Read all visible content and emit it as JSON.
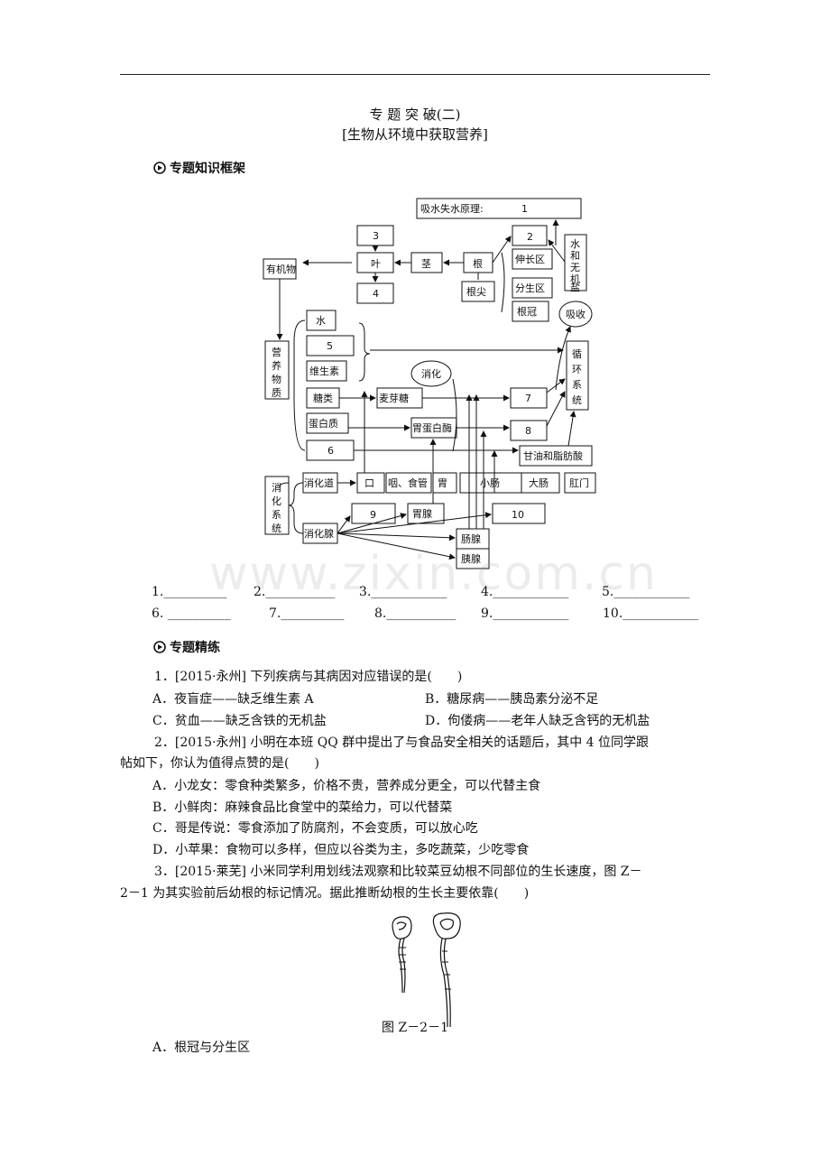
{
  "header": {
    "title": "专 题 突 破(二)",
    "subtitle": "[生物从环境中获取营养]"
  },
  "section1": {
    "heading": "专题知识框架"
  },
  "diagram": {
    "principle": "吸水失水原理:",
    "n1": "1",
    "n2": "2",
    "n3": "3",
    "n4": "4",
    "n5": "5",
    "n6": "6",
    "n7": "7",
    "n8": "8",
    "n9": "9",
    "n10": "10",
    "ye": "叶",
    "jing": "茎",
    "gen": "根",
    "genjian": "根尖",
    "shenchangqu": "伸长区",
    "fenshengqu": "分生区",
    "genguan": "根冠",
    "shui_wujiyan": "水和无机盐",
    "xishou": "吸收",
    "youjiwu": "有机物",
    "yingyang": "营养物质",
    "shui": "水",
    "weishengsu": "维生素",
    "tanglei": "糖类",
    "danbaizhi": "蛋白质",
    "xiaohua": "消化",
    "maiyatang": "麦芽糖",
    "weidanbaimei": "胃蛋白酶",
    "ganyou": "甘油和脂肪酸",
    "xunhuan": "循环系统",
    "xiaohuaxitong": "消化系统",
    "xiaohuadao": "消化道",
    "xiaohuaxian": "消化腺",
    "kou": "口",
    "yan": "咽、食管",
    "wei": "胃",
    "xiaochang": "小肠",
    "dachang": "大肠",
    "gangmen": "肛门",
    "weixian": "胃腺",
    "changxian": "肠腺",
    "yixian": "胰腺"
  },
  "blanks": [
    "1.__________",
    "2.___________",
    "3.____________",
    "4.____________",
    "5.____________",
    "6.  __________",
    "7.__________",
    "8.___________",
    "9.____________",
    "10.____________"
  ],
  "watermark": "www.zixin.com.cn",
  "section2": {
    "heading": "专题精练"
  },
  "q1": {
    "stem": "1．[2015·永州]  下列疾病与其病因对应错误的是(　　)",
    "a": "A．夜盲症——缺乏维生素 A",
    "b": "B．糖尿病——胰岛素分泌不足",
    "c": "C．贫血——缺乏含铁的无机盐",
    "d": "D．佝偻病——老年人缺乏含钙的无机盐"
  },
  "q2": {
    "stem1": "2．[2015·永州]  小明在本班 QQ 群中提出了与食品安全相关的话题后，其中 4 位同学跟",
    "stem2": "帖如下，你认为值得点赞的是(　　)",
    "a": "A．小龙女：零食种类繁多，价格不贵，营养成分更全，可以代替主食",
    "b": "B．小鲜肉：麻辣食品比食堂中的菜给力，可以代替菜",
    "c": "C．哥是传说：零食添加了防腐剂，不会变质，可以放心吃",
    "d": "D．小苹果：食物可以多样，但应以谷类为主，多吃蔬菜，少吃零食"
  },
  "q3": {
    "stem1": "3．[2015·莱芜]  小米同学利用划线法观察和比较菜豆幼根不同部位的生长速度，图 Z－",
    "stem2": "2－1 为其实验前后幼根的标记情况。据此推断幼根的生长主要依靠(　　)",
    "caption": "图 Z－2－1",
    "a": "A．根冠与分生区"
  }
}
